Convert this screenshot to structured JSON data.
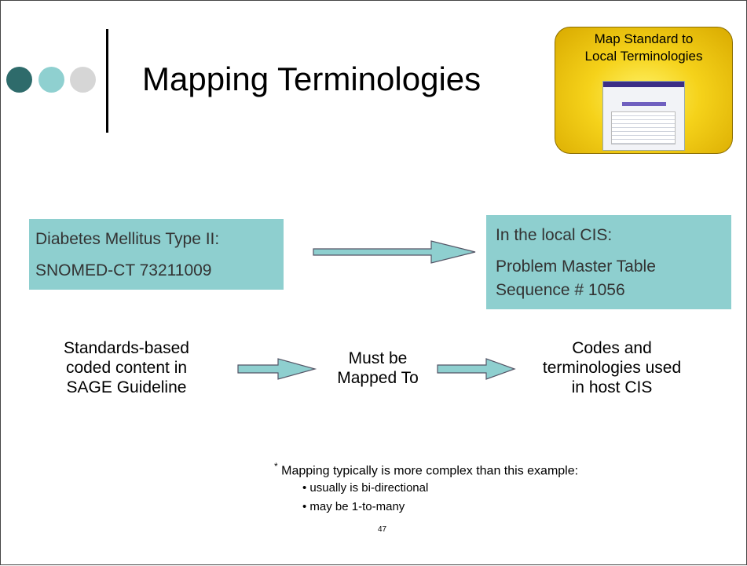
{
  "slide": {
    "title": "Mapping Terminologies",
    "page_number": "47"
  },
  "badge": {
    "line1": "Map Standard to",
    "line2": "Local Terminologies"
  },
  "left_box": {
    "line1": "Diabetes Mellitus Type II:",
    "line2": "SNOMED-CT 73211009"
  },
  "right_box": {
    "line1": "In the local CIS:",
    "line2": "Problem Master Table",
    "line3": "Sequence # 1056"
  },
  "flow": {
    "left": [
      "Standards-based",
      "coded content in",
      "SAGE Guideline"
    ],
    "middle": [
      "Must be",
      "Mapped To"
    ],
    "right": [
      "Codes and",
      "terminologies used",
      "in host CIS"
    ]
  },
  "note": {
    "asterisk": "*",
    "text": " Mapping typically is more complex than this example:",
    "bullets": [
      "• usually is bi-directional",
      "• may be 1-to-many"
    ]
  },
  "colors": {
    "dot1": "#2e6b6b",
    "dot2": "#8fd0d0",
    "dot3": "#d6d6d6",
    "box_fill": "#8ecfcf",
    "arrow_fill": "#8ecfcf",
    "badge_gold": "#f5d21a"
  }
}
